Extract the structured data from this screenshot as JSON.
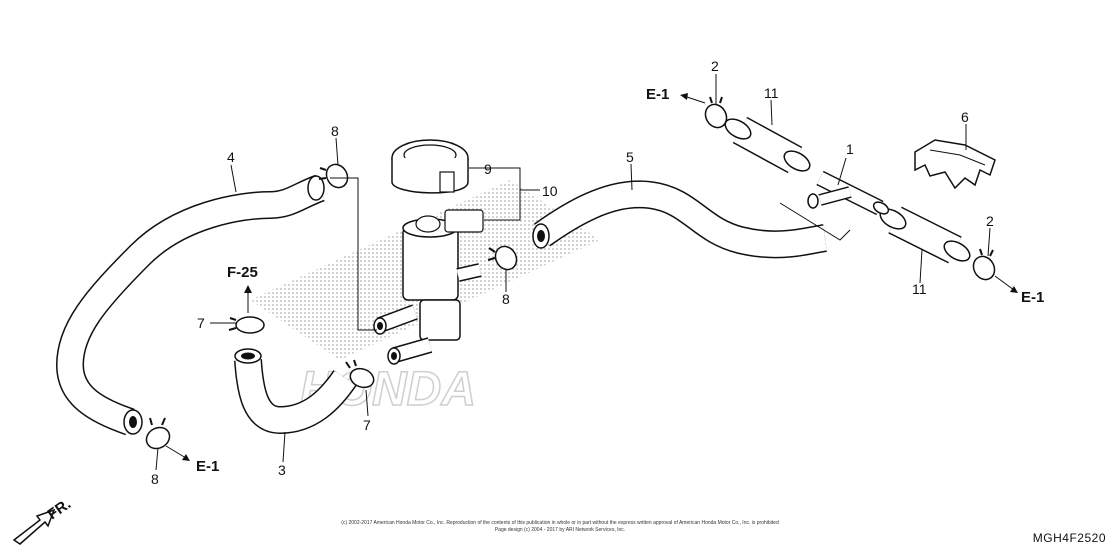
{
  "labels": {
    "p1": "1",
    "p2a": "2",
    "p2b": "2",
    "p3": "3",
    "p4": "4",
    "p5": "5",
    "p6": "6",
    "p7a": "7",
    "p7b": "7",
    "p8a": "8",
    "p8b": "8",
    "p8c": "8",
    "p9": "9",
    "p10": "10",
    "p11a": "11",
    "p11b": "11"
  },
  "refs": {
    "e1_top": "E-1",
    "e1_right": "E-1",
    "e1_bottom": "E-1",
    "f25": "F-25",
    "front": "FR."
  },
  "footer": {
    "copyright_line1": "(c) 2002-2017 American Honda Motor Co., Inc. Reproduction of the contents of this publication in whole or in part without the express written approval of American Honda Motor Co., Inc. is prohibited",
    "copyright_line2": "Page design (c) 2004 - 2017 by ARI Network Services, Inc.",
    "diagram_code": "MGH4F2520"
  },
  "watermark": "HONDA"
}
